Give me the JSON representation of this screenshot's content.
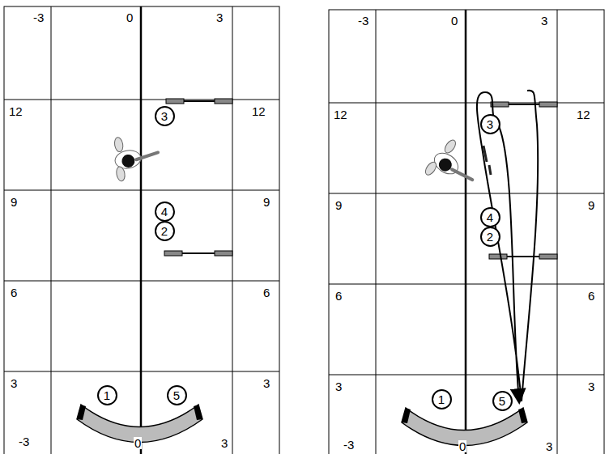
{
  "diagram": {
    "nodes": [
      {
        "text": [
          "3"
        ]
      },
      {
        "text": [
          "4"
        ]
      },
      {
        "text": [
          "2"
        ]
      },
      {
        "text": [
          "1"
        ]
      },
      {
        "text": [
          "5"
        ]
      },
      {
        "text": [
          "3"
        ]
      },
      {
        "text": [
          "4"
        ]
      },
      {
        "text": [
          "2"
        ]
      },
      {
        "text": [
          "1"
        ]
      },
      {
        "text": [
          "5"
        ]
      }
    ],
    "labels": [
      "-3",
      "0",
      "3",
      "12",
      "12",
      "9",
      "9",
      "6",
      "6",
      "3",
      "3",
      "-3",
      "0",
      "3",
      "-3",
      "0",
      "3",
      "12",
      "12",
      "9",
      "9",
      "6",
      "6",
      "3",
      "3",
      "-3",
      "0",
      "3"
    ]
  }
}
